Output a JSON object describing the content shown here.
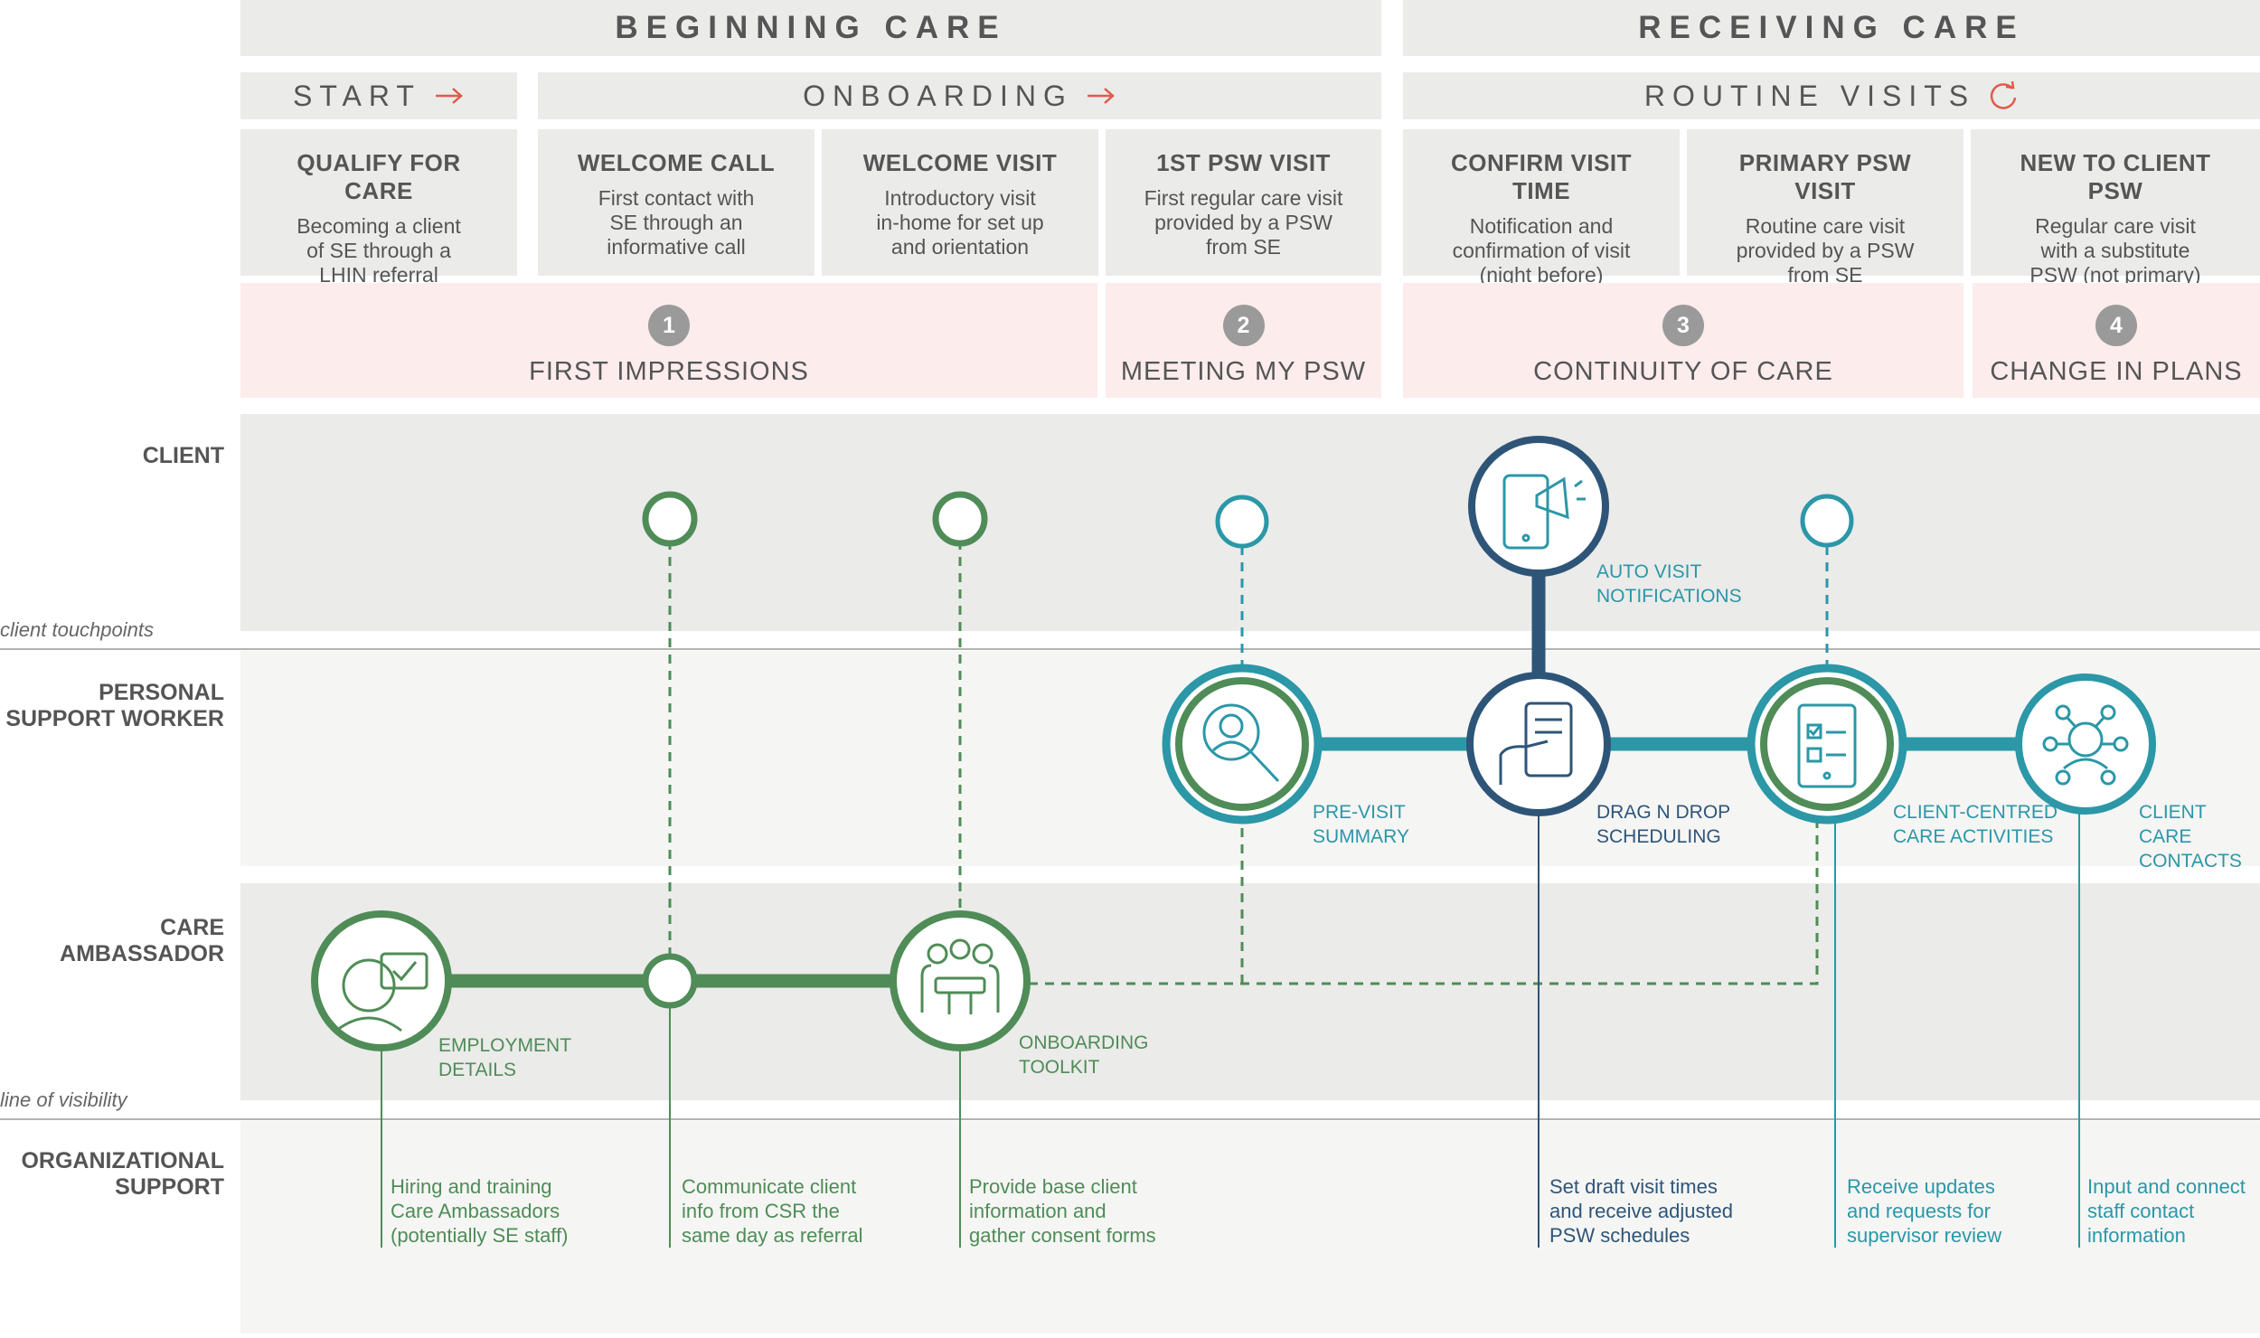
{
  "phases": [
    {
      "label": "BEGINNING CARE"
    },
    {
      "label": "RECEIVING CARE"
    }
  ],
  "subphases": [
    {
      "label": "START",
      "icon": "arrow-right-icon"
    },
    {
      "label": "ONBOARDING",
      "icon": "arrow-right-icon"
    },
    {
      "label": "ROUTINE VISITS",
      "icon": "refresh-icon"
    }
  ],
  "stages": [
    {
      "title": "QUALIFY FOR CARE",
      "desc": "Becoming a client\nof SE through a\nLHIN referral"
    },
    {
      "title": "WELCOME CALL",
      "desc": "First contact with\nSE through an\ninformative call"
    },
    {
      "title": "WELCOME VISIT",
      "desc": "Introductory visit\nin-home for set up\nand orientation"
    },
    {
      "title": "1ST PSW VISIT",
      "desc": "First regular care visit\nprovided by a PSW\nfrom SE"
    },
    {
      "title": "CONFIRM VISIT TIME",
      "desc": "Notification and\nconfirmation of visit\n(night before)"
    },
    {
      "title": "PRIMARY PSW VISIT",
      "desc": "Routine care visit\nprovided by a PSW\nfrom SE"
    },
    {
      "title": "NEW TO CLIENT PSW",
      "desc": "Regular care visit\nwith a substitute\nPSW (not primary)"
    }
  ],
  "moments": [
    {
      "number": "1",
      "title": "FIRST IMPRESSIONS"
    },
    {
      "number": "2",
      "title": "MEETING MY PSW"
    },
    {
      "number": "3",
      "title": "CONTINUITY OF CARE"
    },
    {
      "number": "4",
      "title": "CHANGE IN PLANS"
    }
  ],
  "lanes": {
    "client": "CLIENT",
    "psw": "PERSONAL\nSUPPORT WORKER",
    "care": "CARE\nAMBASSADOR",
    "org": "ORGANIZATIONAL\nSUPPORT"
  },
  "notes": {
    "touchpoints": "client touchpoints",
    "visibility": "line of visibility"
  },
  "nodes": [
    {
      "caption": "EMPLOYMENT\nDETAILS",
      "icon": "person-checkmark-icon"
    },
    {
      "caption": "ONBOARDING\nTOOLKIT",
      "icon": "meeting-group-icon"
    },
    {
      "caption": "PRE-VISIT\nSUMMARY",
      "icon": "person-magnifier-icon"
    },
    {
      "caption": "AUTO VISIT\nNOTIFICATIONS",
      "icon": "phone-megaphone-icon"
    },
    {
      "caption": "DRAG N DROP\nSCHEDULING",
      "icon": "hand-tablet-icon"
    },
    {
      "caption": "CLIENT-CENTRED\nCARE ACTIVITIES",
      "icon": "tablet-checklist-icon"
    },
    {
      "caption": "CLIENT CARE\nCONTACTS",
      "icon": "network-people-icon"
    }
  ],
  "org_support": [
    {
      "text": "Hiring and training\nCare Ambassadors\n(potentially SE staff)"
    },
    {
      "text": "Communicate client\ninfo from CSR the\nsame day as referral"
    },
    {
      "text": "Provide base client\ninformation and\ngather consent forms"
    },
    {
      "text": "Set draft visit times\nand receive adjusted\nPSW schedules"
    },
    {
      "text": "Receive updates\nand requests for\nsupervisor review"
    },
    {
      "text": "Input and connect\nstaff contact\ninformation"
    }
  ],
  "colors": {
    "green": "#4f8c57",
    "teal": "#2b97a7",
    "navy": "#2e5578",
    "accent_red": "#e05a4a",
    "header_bg": "#ebebea",
    "moment_bg": "#fdecec"
  }
}
